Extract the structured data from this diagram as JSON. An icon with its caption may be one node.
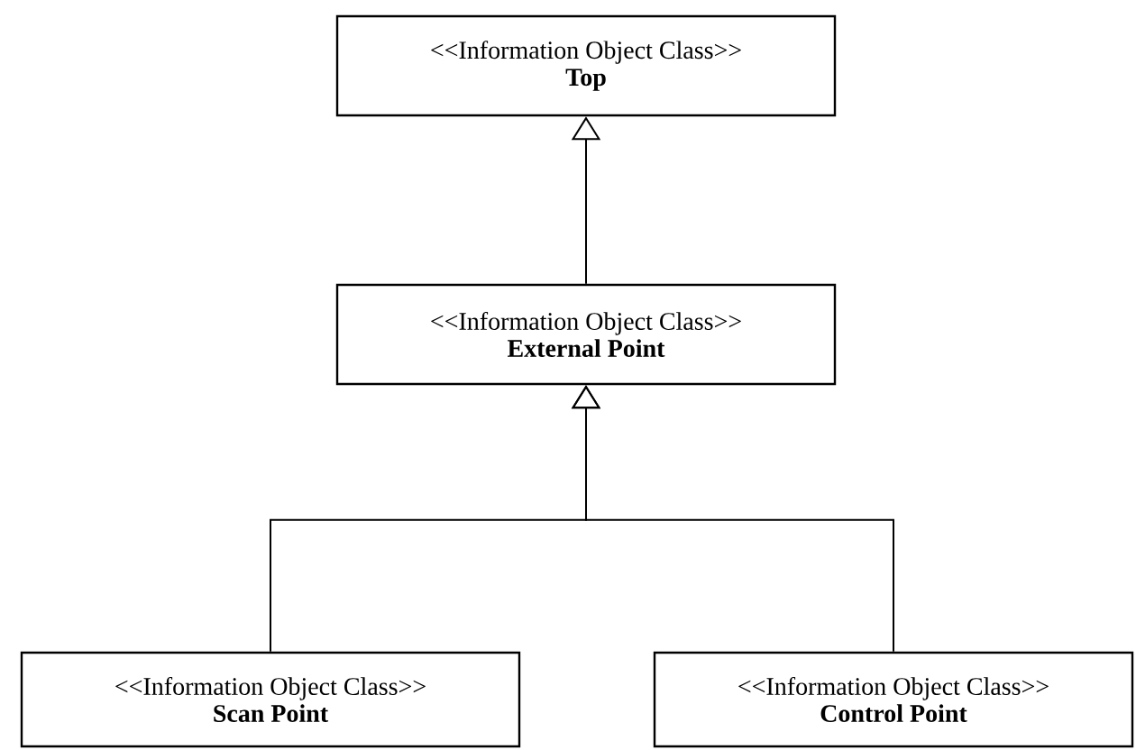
{
  "diagram": {
    "nodes": [
      {
        "text": [
          "<<Information Object Class>>",
          "Top"
        ]
      },
      {
        "text": [
          "<<Information Object Class>>",
          "External Point"
        ]
      },
      {
        "text": [
          "<<Information Object Class>>",
          "Scan Point"
        ]
      },
      {
        "text": [
          "<<Information Object Class>>",
          "Control Point"
        ]
      }
    ],
    "edges": [
      {
        "from": 1,
        "to": 0,
        "arrow": "to"
      },
      {
        "from": 2,
        "to": 1,
        "arrow": "to"
      },
      {
        "from": 3,
        "to": 1,
        "arrow": "to"
      }
    ]
  }
}
